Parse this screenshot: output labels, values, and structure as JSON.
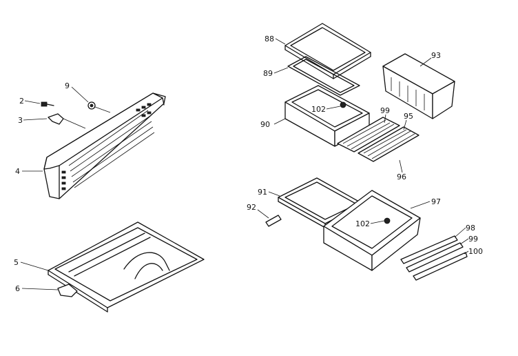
{
  "diagram": {
    "callouts": [
      {
        "id": "c2",
        "label": "2"
      },
      {
        "id": "c3",
        "label": "3"
      },
      {
        "id": "c4",
        "label": "4"
      },
      {
        "id": "c5",
        "label": "5"
      },
      {
        "id": "c6",
        "label": "6"
      },
      {
        "id": "c9",
        "label": "9"
      },
      {
        "id": "c88",
        "label": "88"
      },
      {
        "id": "c89",
        "label": "89"
      },
      {
        "id": "c90",
        "label": "90"
      },
      {
        "id": "c93",
        "label": "93"
      },
      {
        "id": "c102a",
        "label": "102"
      },
      {
        "id": "c99a",
        "label": "99"
      },
      {
        "id": "c95",
        "label": "95"
      },
      {
        "id": "c96",
        "label": "96"
      },
      {
        "id": "c91",
        "label": "91"
      },
      {
        "id": "c92",
        "label": "92"
      },
      {
        "id": "c97",
        "label": "97"
      },
      {
        "id": "c102b",
        "label": "102"
      },
      {
        "id": "c98",
        "label": "98"
      },
      {
        "id": "c99b",
        "label": "99"
      },
      {
        "id": "c100",
        "label": "100"
      }
    ]
  }
}
